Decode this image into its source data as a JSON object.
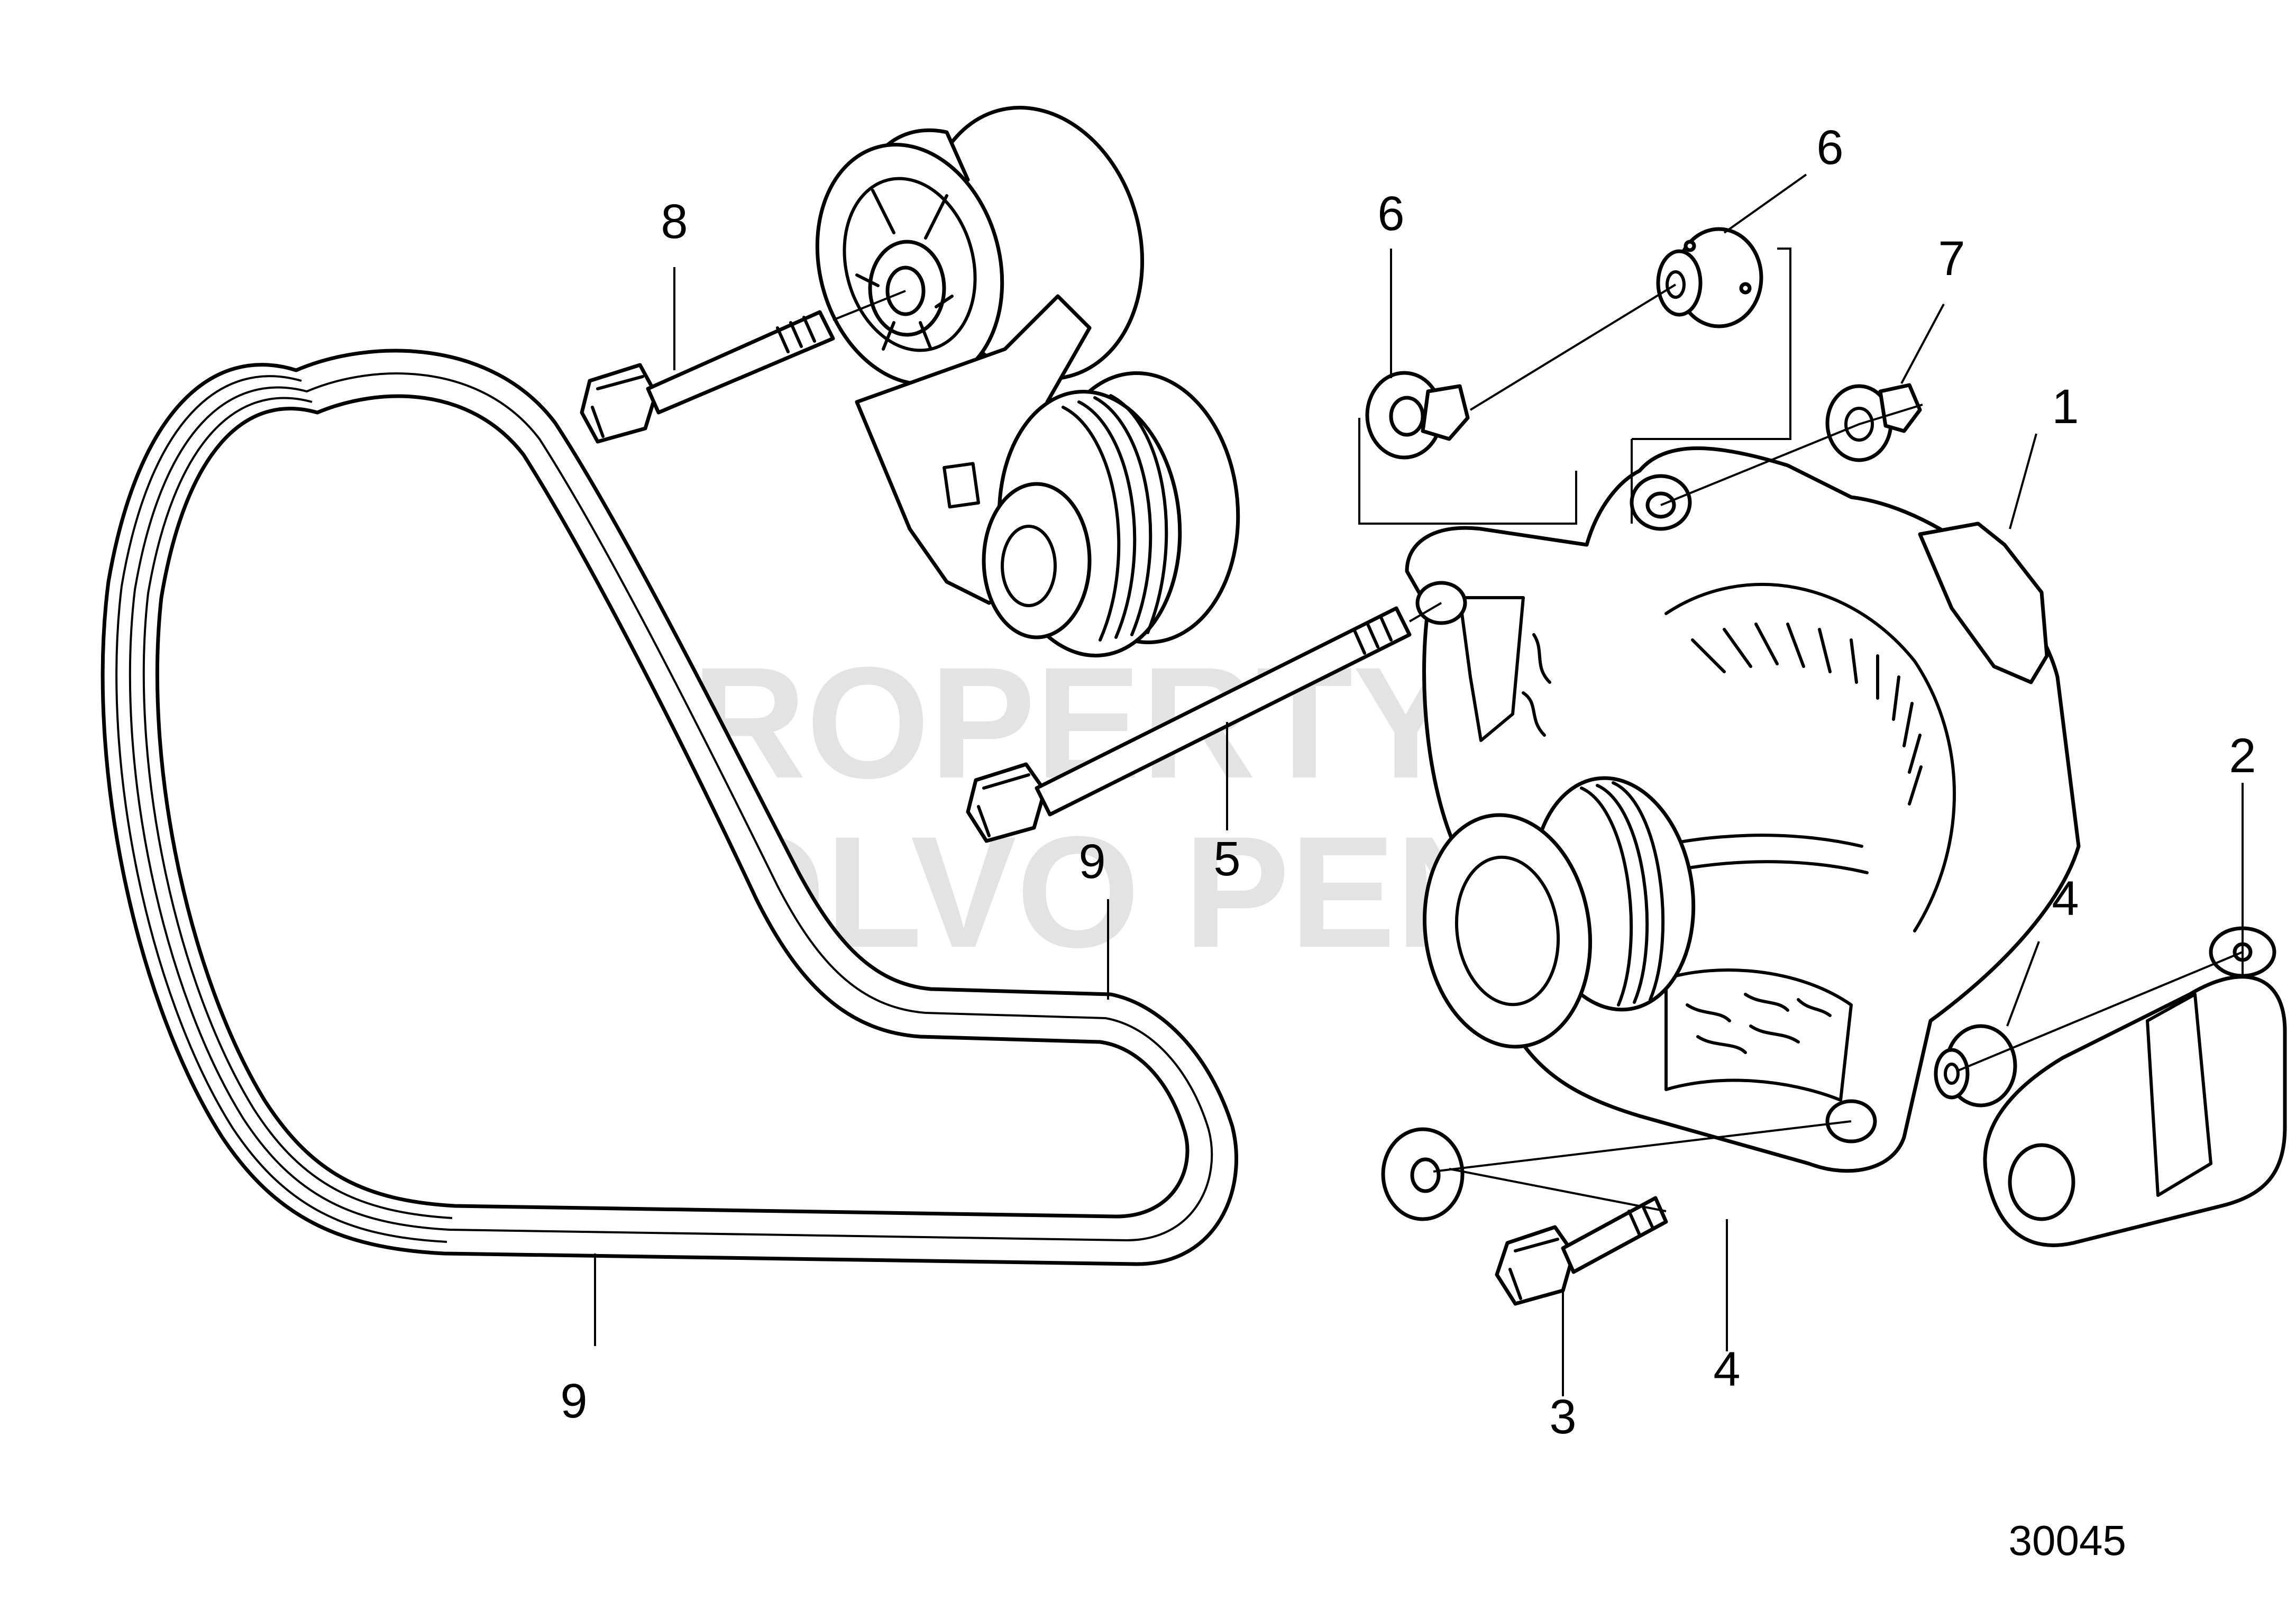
{
  "callouts": {
    "c1": "1",
    "c2": "2",
    "c3": "3",
    "c4a": "4",
    "c4b": "4",
    "c5": "5",
    "c6a": "6",
    "c6b": "6",
    "c7": "7",
    "c8": "8",
    "c9a": "9",
    "c9b": "9"
  },
  "watermark": {
    "line1": "PROPERTY OF",
    "line2": "VOLVO PENTA"
  },
  "figure_number": "30045",
  "colors": {
    "line": "#000000",
    "background": "#ffffff",
    "watermark": "#b0b0b0"
  }
}
